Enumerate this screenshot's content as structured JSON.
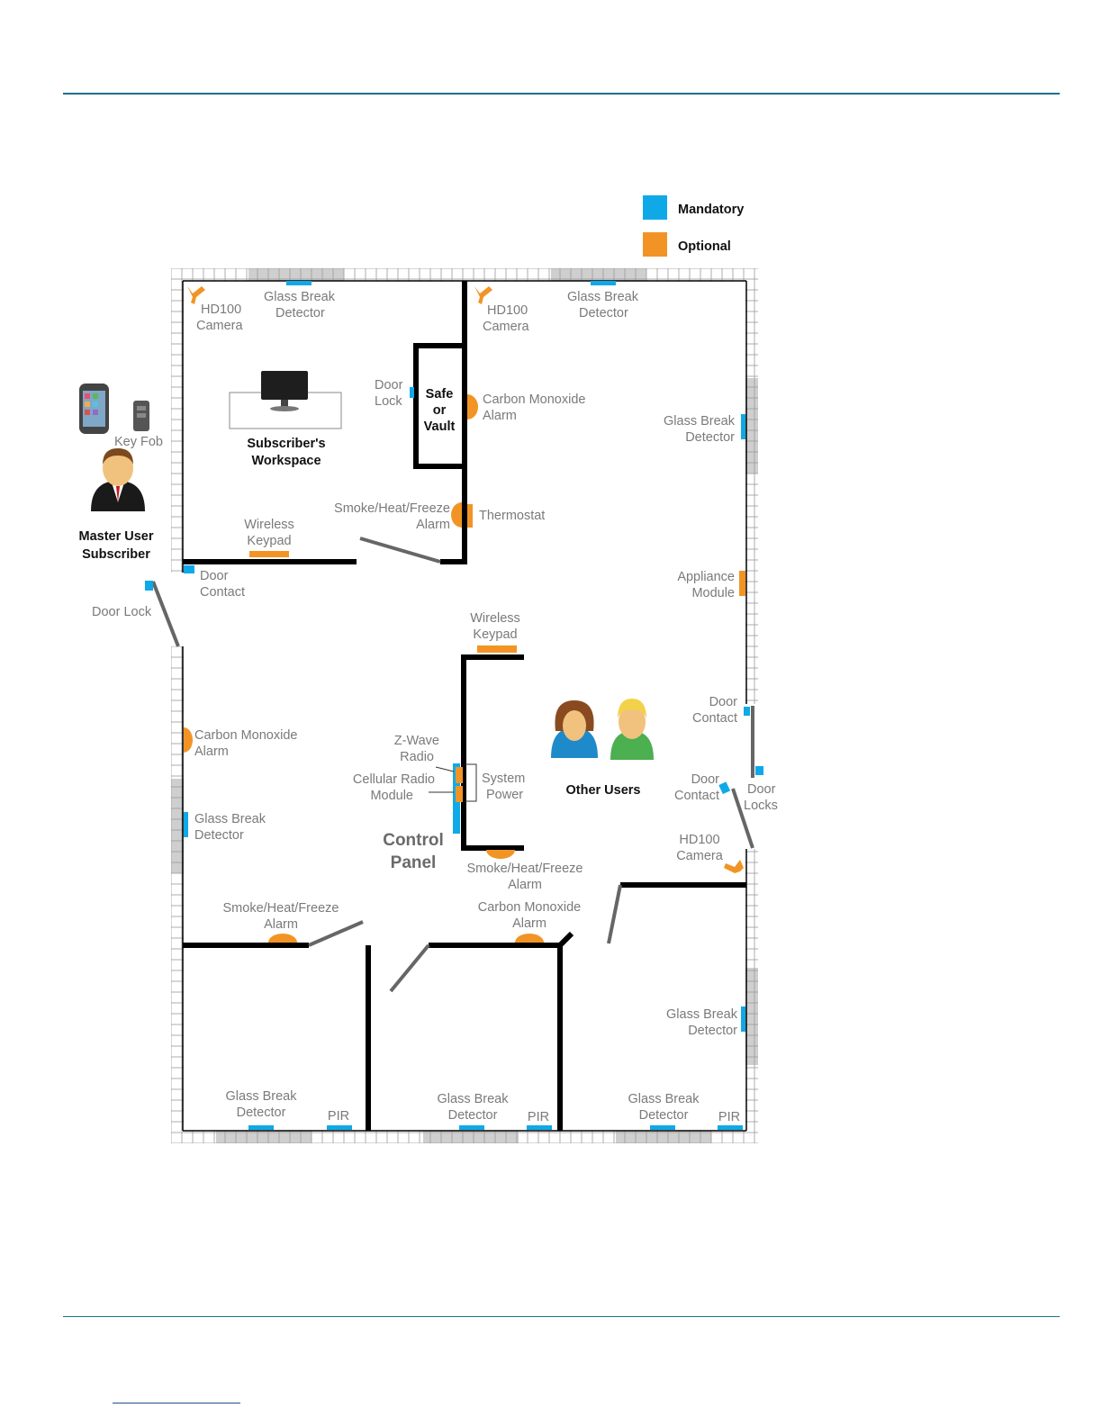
{
  "colors": {
    "mandatory": "#10a9e8",
    "optional": "#f29425",
    "wall": "#000000",
    "door": "#666666",
    "rule": "#1f6f8b"
  },
  "legend": {
    "mandatory": "Mandatory",
    "optional": "Optional"
  },
  "people": {
    "master_line1": "Master User",
    "master_line2": "Subscriber",
    "key_fob": "Key Fob",
    "other_users": "Other Users"
  },
  "labels": {
    "hd100_tl_1": "HD100",
    "hd100_tl_2": "Camera",
    "gb_tl_1": "Glass Break",
    "gb_tl_2": "Detector",
    "hd100_tm_1": "HD100",
    "hd100_tm_2": "Camera",
    "gb_tr_1": "Glass Break",
    "gb_tr_2": "Detector",
    "door_lock_1": "Door",
    "door_lock_2": "Lock",
    "safe_1": "Safe",
    "safe_2": "or",
    "safe_3": "Vault",
    "co_top_1": "Carbon Monoxide",
    "co_top_2": "Alarm",
    "gb_right_1": "Glass Break",
    "gb_right_2": "Detector",
    "workspace_1": "Subscriber's",
    "workspace_2": "Workspace",
    "smoke_top_1": "Smoke/Heat/Freeze",
    "smoke_top_2": "Alarm",
    "thermostat": "Thermostat",
    "wk_top_1": "Wireless",
    "wk_top_2": "Keypad",
    "dc_top_1": "Door",
    "dc_top_2": "Contact",
    "appliance_1": "Appliance",
    "appliance_2": "Module",
    "door_lock_left": "Door Lock",
    "wk_mid_1": "Wireless",
    "wk_mid_2": "Keypad",
    "dc_right_1": "Door",
    "dc_right_2": "Contact",
    "co_left_1": "Carbon Monoxide",
    "co_left_2": "Alarm",
    "zwave_1": "Z-Wave",
    "zwave_2": "Radio",
    "cell_1": "Cellular Radio",
    "cell_2": "Module",
    "sys_1": "System",
    "sys_2": "Power",
    "dc_right2_1": "Door",
    "dc_right2_2": "Contact",
    "door_locks_1": "Door",
    "door_locks_2": "Locks",
    "gb_left_1": "Glass Break",
    "gb_left_2": "Detector",
    "cp_1": "Control",
    "cp_2": "Panel",
    "smoke_mid_1": "Smoke/Heat/Freeze",
    "smoke_mid_2": "Alarm",
    "hd100_r_1": "HD100",
    "hd100_r_2": "Camera",
    "smoke_left_1": "Smoke/Heat/Freeze",
    "smoke_left_2": "Alarm",
    "co_mid_1": "Carbon Monoxide",
    "co_mid_2": "Alarm",
    "gb_rb_1": "Glass Break",
    "gb_rb_2": "Detector",
    "gb_b1_1": "Glass Break",
    "gb_b1_2": "Detector",
    "pir_1": "PIR",
    "gb_b2_1": "Glass Break",
    "gb_b2_2": "Detector",
    "pir_2": "PIR",
    "gb_b3_1": "Glass Break",
    "gb_b3_2": "Detector",
    "pir_3": "PIR"
  }
}
